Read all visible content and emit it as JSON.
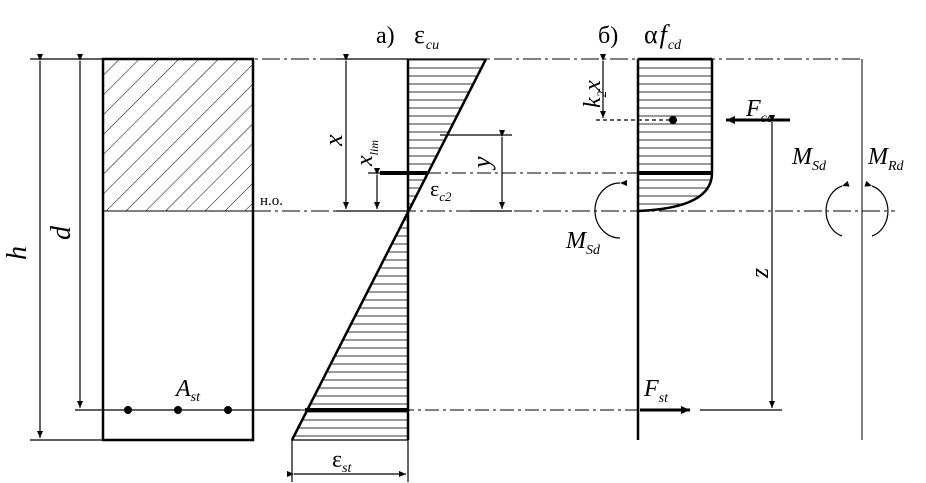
{
  "labels": {
    "a_marker": "а)",
    "b_marker": "б)",
    "h": "h",
    "d": "d",
    "x": "x",
    "x_lim_main": "x",
    "x_lim_sub": "lim",
    "y": "y",
    "neutral_axis": "н.о.",
    "eps_cu_main": "ε",
    "eps_cu_sub": "cu",
    "eps_c2_main": "ε",
    "eps_c2_sub": "c2",
    "eps_st_main": "ε",
    "eps_st_sub": "st",
    "alpha_fcd_alpha": "α",
    "alpha_fcd_f": "f",
    "alpha_fcd_sub": "cd",
    "k2x_k": "k",
    "k2x_sub": "2",
    "k2x_x": "x",
    "Fcc_main": "F",
    "Fcc_sub": "cc",
    "Fst_main": "F",
    "Fst_sub": "st",
    "z": "z",
    "Msd_main": "M",
    "Msd_sub": "Sd",
    "Msd_right_main": "M",
    "Msd_right_sub": "Sd",
    "Mrd_main": "M",
    "Mrd_sub": "Rd",
    "Ast_main": "A",
    "Ast_sub": "st"
  }
}
